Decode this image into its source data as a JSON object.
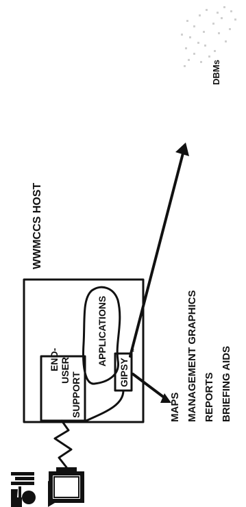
{
  "colors": {
    "ink": "#111111",
    "background": "#ffffff"
  },
  "icons": {
    "user": "person-icon",
    "terminal": "terminal-icon",
    "link": "zigzag-link-icon"
  },
  "host": {
    "title": "WWMCCS HOST",
    "end_user_support": [
      "END-",
      "USER",
      "SUPPORT"
    ],
    "applications": "APPLICATIONS",
    "gipsy": "GIPSY",
    "gipsy_mark": "*"
  },
  "outputs": [
    "MAPS",
    "MANAGEMENT GRAPHICS",
    "REPORTS",
    "BRIEFING AIDS"
  ],
  "dbms": "DBMs"
}
